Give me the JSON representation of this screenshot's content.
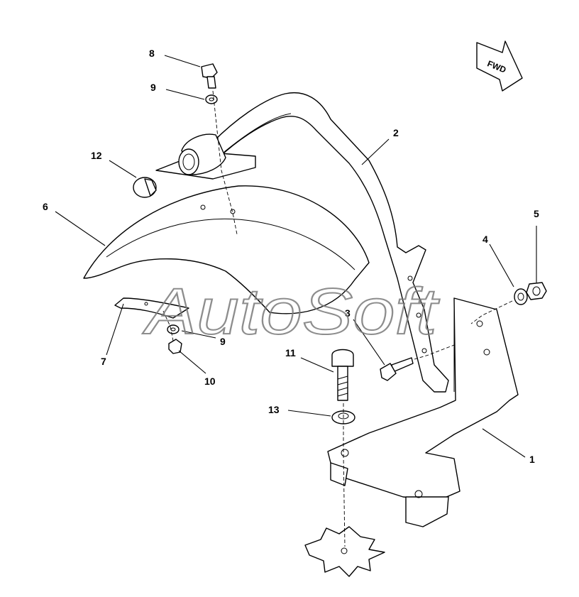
{
  "watermark": "AutoSoft",
  "direction_indicator": {
    "label": "FWD"
  },
  "callouts": [
    {
      "id": "c1",
      "label": "1"
    },
    {
      "id": "c2",
      "label": "2"
    },
    {
      "id": "c3",
      "label": "3"
    },
    {
      "id": "c4",
      "label": "4"
    },
    {
      "id": "c5",
      "label": "5"
    },
    {
      "id": "c6",
      "label": "6"
    },
    {
      "id": "c7",
      "label": "7"
    },
    {
      "id": "c8",
      "label": "8"
    },
    {
      "id": "c9a",
      "label": "9"
    },
    {
      "id": "c9b",
      "label": "9"
    },
    {
      "id": "c10",
      "label": "10"
    },
    {
      "id": "c11",
      "label": "11"
    },
    {
      "id": "c12",
      "label": "12"
    },
    {
      "id": "c13",
      "label": "13"
    }
  ]
}
